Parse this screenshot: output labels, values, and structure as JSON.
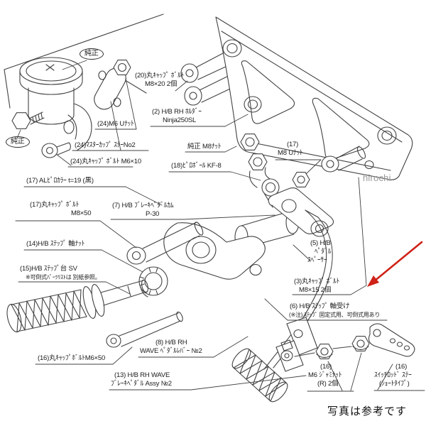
{
  "colors": {
    "background": "#ffffff",
    "line_art": "#424242",
    "label_text": "#1c1c1c",
    "watermark": "#9a9a9a",
    "arrow_red": "#cf2218"
  },
  "watermark": "hirochi",
  "disclaimer": "写真は参考です",
  "labels": {
    "genuine_top": "純正",
    "genuine_left": "純正",
    "p20_l1": "(20)丸ｷｬｯﾌﾟ ﾎﾞﾙﾄ",
    "p20_l2": "M8×20 2個",
    "p2_l1": "(2) H/B RH ﾎﾙﾀﾞｰ",
    "p2_l2": "Ninja250SL",
    "p24_unut": "(24)M6 Uﾅｯﾄ",
    "p24_stay": "(24)ﾏｽﾀｰｶｯﾌﾟ ｽﾃｰNo2",
    "p24_bolt": "(24)丸ｷｬｯﾌﾟ ﾎﾞﾙﾄ M6×10",
    "genuine_m8nut": "純正 M8ﾅｯﾄ",
    "p17_unut_l1": "(17)",
    "p17_unut_l2": "M8 Uﾅｯﾄ",
    "p18": "(18)ﾋﾟﾛﾎﾞｰﾙ KF-8",
    "p17_collar": "(17) ALﾋﾟﾛｶﾗｰ t=19 (黒)",
    "p17_bolt_l1": "(17)丸ｷｬｯﾌﾟ ﾎﾞﾙﾄ",
    "p17_bolt_l2": "M8×50",
    "p7_l1": "(7) H/B ﾌﾞﾚｰｷﾍﾟﾀﾞﾙｶﾑ",
    "p7_l2": "P-30",
    "p14": "(14)H/B ｽﾃｯﾌﾟ 軸ﾅｯﾄ",
    "p15_l1": "(15)H/B ｽﾃｯﾌﾟ台 SV",
    "p15_l2": "※可倒式ﾊﾟｰﾂﾘｽﾄは 別紙参照。",
    "p5_l1": "(5) H/B",
    "p5_l2": "ﾍﾟﾀﾞﾙ",
    "p5_l3": "ｽﾍﾟｰｻｰ",
    "p3_l1": "(3)丸ｷｬｯﾌﾟ ﾎﾞﾙﾄ",
    "p3_l2": "M8×15 2個",
    "p6_l1": "(6) H/B ｽﾃｯﾌﾟ 軸受け",
    "p6_l2": "(※注) ｽﾃｯﾌﾟ 固定式用、可倒式用あり",
    "p16_bolt": "(16)丸ｷｬｯﾌﾟﾎﾞﾙﾄM6×50",
    "p8_l1": "(8) H/B RH",
    "p8_l2": "WAVE ﾍﾟﾀﾞﾙﾚﾊﾞｰ №2",
    "p13_l1": "(13) H/B RH WAVE",
    "p13_l2": "ﾌﾞﾚｰｷﾍﾟﾀﾞﾙ Assy №2",
    "p16_nut_l1": "(16)",
    "p16_nut_l2": "M6 ｼﾞｬﾐﾅｯﾄ",
    "p16_nut_l3": "(R) 2個",
    "p16_stay_l1": "(16)",
    "p16_stay_l2": "ｽｲｯﾁﾛｯﾄﾞ ｽﾃｰ",
    "p16_stay_l3": "(ｼｮｰﾄﾀｲﾌﾟ)"
  }
}
